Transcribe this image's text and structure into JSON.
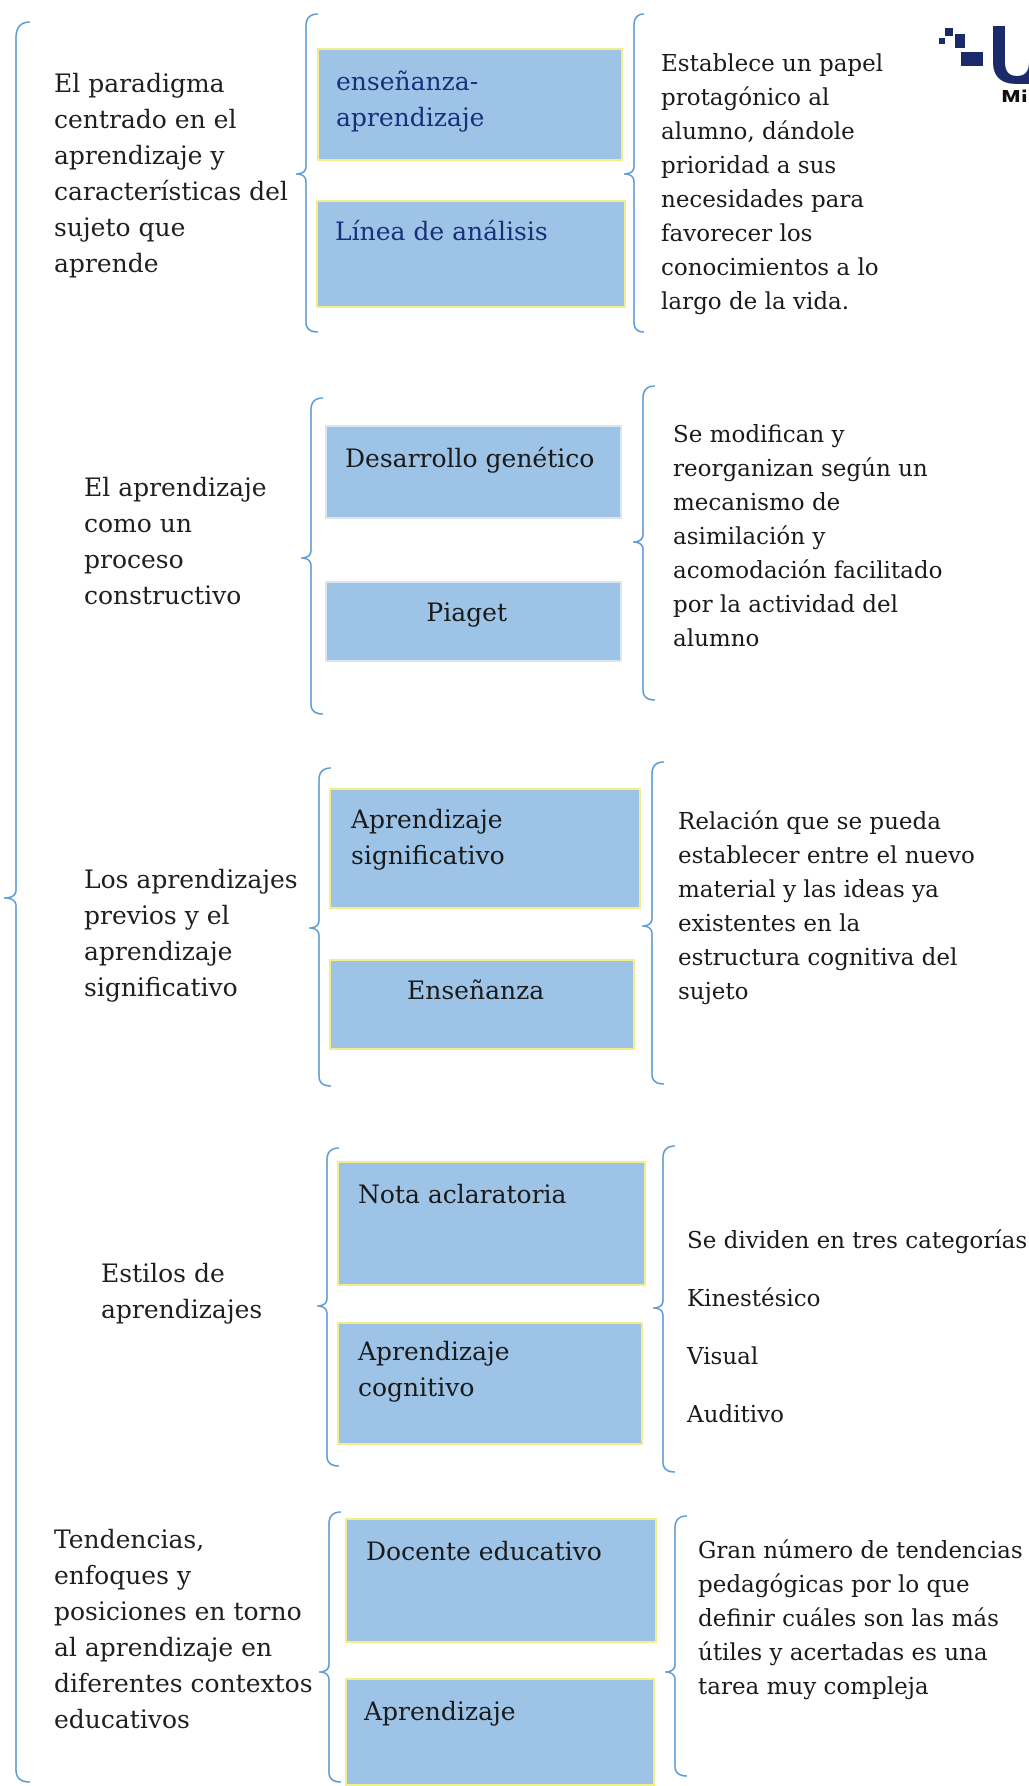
{
  "sections": [
    {
      "topic": "El paradigma centrado en el aprendizaje y características del sujeto que aprende",
      "boxes": [
        "enseñanza-aprendizaje",
        "Línea de análisis"
      ],
      "description": "Establece un papel protagónico al alumno, dándole prioridad a sus necesidades para favorecer los conocimientos a lo largo de la vida."
    },
    {
      "topic": "El aprendizaje como un proceso constructivo",
      "boxes": [
        "Desarrollo genético",
        "Piaget"
      ],
      "description": "Se modifican y reorganizan según un mecanismo de asimilación y acomodación facilitado por la actividad del alumno"
    },
    {
      "topic": "Los aprendizajes previos y el aprendizaje significativo",
      "boxes": [
        "Aprendizaje significativo",
        "Enseñanza"
      ],
      "description": "Relación que se pueda establecer entre el nuevo material y las ideas ya existentes en la estructura cognitiva del sujeto"
    },
    {
      "topic": "Estilos de aprendizajes",
      "boxes": [
        "Nota aclaratoria",
        "Aprendizaje cognitivo"
      ],
      "description_lines": [
        "Se dividen en tres categorías:",
        "Kinestésico",
        "Visual",
        "Auditivo"
      ]
    },
    {
      "topic": "Tendencias, enfoques y posiciones en torno al aprendizaje en diferentes contextos educativos",
      "boxes": [
        "Docente educativo",
        "Aprendizaje"
      ],
      "description": "Gran número de tendencias pedagógicas por lo que definir cuáles son las más útiles y acertadas es una tarea muy compleja"
    }
  ],
  "logo": {
    "text": "Mi"
  },
  "colors": {
    "box_fill": "#9dc3e6",
    "box_border": "#f2ee8c",
    "bracket": "#5b9bd5"
  }
}
